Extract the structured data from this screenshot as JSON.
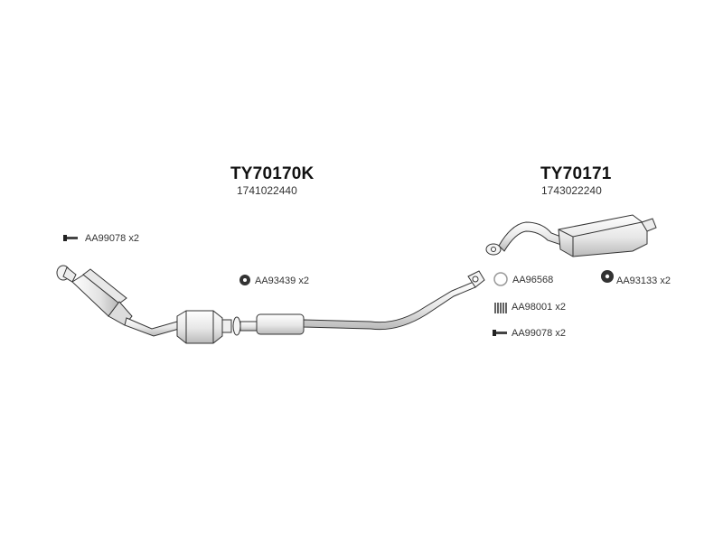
{
  "assemblies": [
    {
      "code": "TY70170K",
      "oe_number": "1741022440"
    },
    {
      "code": "TY70171",
      "oe_number": "1743022240"
    }
  ],
  "parts": [
    {
      "label": "AA99078 x2",
      "icon": "bolt-icon"
    },
    {
      "label": "AA93439 x2",
      "icon": "nut-icon"
    },
    {
      "label": "AA96568",
      "icon": "gasket-ring-icon"
    },
    {
      "label": "AA93133 x2",
      "icon": "nut-icon"
    },
    {
      "label": "AA98001 x2",
      "icon": "spring-icon"
    },
    {
      "label": "AA99078 x2",
      "icon": "bolt-icon"
    }
  ],
  "colors": {
    "line": "#333333",
    "fill": "#f2f2f2",
    "shade": "#cfcfcf"
  }
}
